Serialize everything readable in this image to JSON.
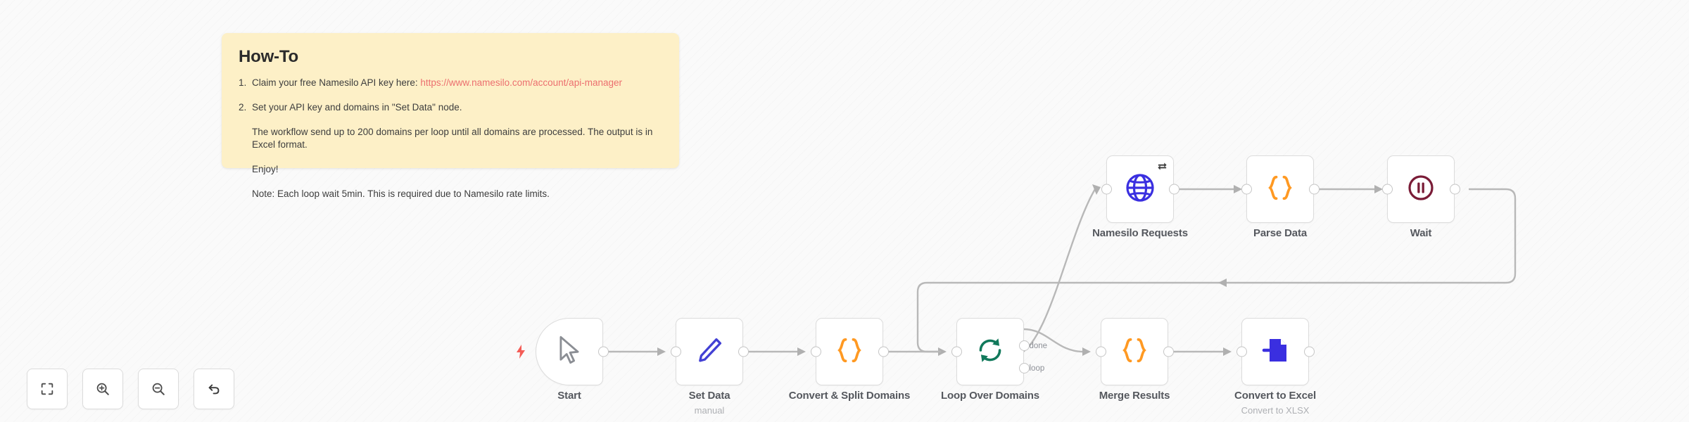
{
  "sticky_note": {
    "title": "How-To",
    "items": [
      {
        "number": "1.",
        "text_before": "Claim your free Namesilo API key here: ",
        "link": "https://www.namesilo.com/account/api-manager"
      },
      {
        "number": "2.",
        "text_before": "Set your API key and domains in \"Set Data\" node.",
        "link": ""
      }
    ],
    "paragraphs": [
      "The workflow send up to 200 domains per loop until all domains are processed. The output is in Excel format.",
      "Enjoy!",
      "Note: Each loop wait 5min. This is required due to Namesilo rate limits."
    ],
    "background_color": "#fdf0c7",
    "link_color": "#ec6f6f"
  },
  "workflow": {
    "nodes": [
      {
        "id": "start",
        "label": "Start",
        "sublabel": "",
        "icon": "cursor-pointer-icon",
        "icon_color": "#8b8e94",
        "shape": "trigger",
        "has_input": false,
        "has_output": true,
        "has_retry_badge": false,
        "has_trigger_bolt": true
      },
      {
        "id": "set-data",
        "label": "Set Data",
        "sublabel": "manual",
        "icon": "pencil-icon",
        "icon_color": "#4240d4",
        "shape": "box",
        "has_input": true,
        "has_output": true,
        "has_retry_badge": false,
        "has_trigger_bolt": false
      },
      {
        "id": "convert-split-domains",
        "label": "Convert & Split Domains",
        "sublabel": "",
        "icon": "code-braces-icon",
        "icon_color": "#ff9922",
        "shape": "box",
        "has_input": true,
        "has_output": true,
        "has_retry_badge": false,
        "has_trigger_bolt": false
      },
      {
        "id": "loop-over-domains",
        "label": "Loop Over Domains",
        "sublabel": "",
        "icon": "loop-refresh-icon",
        "icon_color": "#11795b",
        "shape": "box",
        "has_input": true,
        "has_output": false,
        "has_retry_badge": false,
        "has_trigger_bolt": false,
        "outputs": [
          {
            "name": "done"
          },
          {
            "name": "loop"
          }
        ]
      },
      {
        "id": "merge-results",
        "label": "Merge Results",
        "sublabel": "",
        "icon": "code-braces-icon",
        "icon_color": "#ff9922",
        "shape": "box",
        "has_input": true,
        "has_output": true,
        "has_retry_badge": false,
        "has_trigger_bolt": false
      },
      {
        "id": "convert-to-excel",
        "label": "Convert to Excel",
        "sublabel": "Convert to XLSX",
        "icon": "file-export-icon",
        "icon_color": "#3a2fe0",
        "shape": "box",
        "has_input": true,
        "has_output": true,
        "has_retry_badge": false,
        "has_trigger_bolt": false
      },
      {
        "id": "namesilo-requests",
        "label": "Namesilo Requests",
        "sublabel": "",
        "icon": "globe-icon",
        "icon_color": "#3a2fe0",
        "shape": "box",
        "has_input": true,
        "has_output": true,
        "has_retry_badge": true,
        "has_trigger_bolt": false
      },
      {
        "id": "parse-data",
        "label": "Parse Data",
        "sublabel": "",
        "icon": "code-braces-icon",
        "icon_color": "#ff9922",
        "shape": "box",
        "has_input": true,
        "has_output": true,
        "has_retry_badge": false,
        "has_trigger_bolt": false
      },
      {
        "id": "wait",
        "label": "Wait",
        "sublabel": "",
        "icon": "pause-circle-icon",
        "icon_color": "#7a1c37",
        "shape": "box",
        "has_input": true,
        "has_output": true,
        "has_retry_badge": false,
        "has_trigger_bolt": false
      }
    ],
    "connection_color": "#b8b8b8"
  },
  "controls": [
    {
      "id": "zoom-to-fit",
      "icon": "fit-screen-icon",
      "tooltip": "Zoom to fit"
    },
    {
      "id": "zoom-in",
      "icon": "zoom-in-icon",
      "tooltip": "Zoom in"
    },
    {
      "id": "zoom-out",
      "icon": "zoom-out-icon",
      "tooltip": "Zoom out"
    },
    {
      "id": "reset-zoom",
      "icon": "undo-arrow-icon",
      "tooltip": "Reset zoom"
    }
  ]
}
